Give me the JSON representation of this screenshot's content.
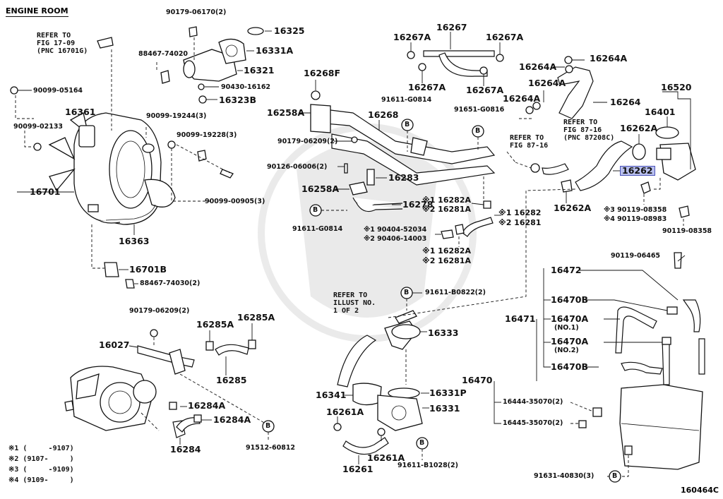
{
  "header": {
    "title": "ENGINE ROOM"
  },
  "refs": [
    {
      "id": "ref-fig-17-09",
      "lines": [
        "REFER TO",
        "FIG 17-09",
        "(PNC 16701G)"
      ]
    },
    {
      "id": "ref-fig-87-16-a",
      "lines": [
        "REFER TO",
        "FIG 87-16",
        "(PNC 87208C)"
      ]
    },
    {
      "id": "ref-fig-87-16-b",
      "lines": [
        "REFER TO",
        "FIG 87-16"
      ]
    },
    {
      "id": "ref-illust",
      "lines": [
        "REFER TO",
        "ILLUST NO.",
        "1 OF 2"
      ]
    }
  ],
  "labels": {
    "p16361": "16361",
    "p16701": "16701",
    "p16363": "16363",
    "p16701b": "16701B",
    "p90099_05164": "90099-05164",
    "p90099_02133": "90099-02133",
    "p90179_06170": "90179-06170(2)",
    "p16325": "16325",
    "p16331a": "16331A",
    "p88467_74020": "88467-74020",
    "p16321": "16321",
    "p90430_16162": "90430-16162",
    "p16323b": "16323B",
    "p90099_19244": "90099-19244(3)",
    "p90099_19228": "90099-19228(3)",
    "p90099_00905": "90099-00905(3)",
    "p88467_74030": "88467-74030(2)",
    "p16268f": "16268F",
    "p16258a_top": "16258A",
    "p16268": "16268",
    "p91611_g0814_top": "91611-G0814",
    "p90179_06209_mid": "90179-06209(2)",
    "p90126_06006": "90126-06006(2)",
    "p16258a_mid": "16258A",
    "p16283": "16283",
    "p16278": "16278",
    "p91611_g0814_bot": "91611-G0814",
    "p16267": "16267",
    "p16267a_l": "16267A",
    "p16267a_r": "16267A",
    "p16267a_bl": "16267A",
    "p16267a_br": "16267A",
    "p16264a_1": "16264A",
    "p16264a_2": "16264A",
    "p16264a_3": "16264A",
    "p16264a_4": "16264A",
    "p16264": "16264",
    "p91651_g0816": "91651-G0816",
    "p16520": "16520",
    "p16401": "16401",
    "p16262a_top": "16262A",
    "p16262": "16262",
    "p16262a_bot": "16262A",
    "p90119_08358_a": "※3 90119-08358",
    "p90119_08983": "※4 90119-08983",
    "p90119_08358_b": "90119-08358",
    "p16282a_1": "※1 16282A",
    "p16281a_1": "※2 16281A",
    "p16282": "※1 16282",
    "p16281": "※2 16281",
    "p90404_52034": "※1 90404-52034",
    "p90406_14003": "※2 90406-14003",
    "p16282a_2": "※1 16282A",
    "p16281a_2": "※2 16281A",
    "p90119_06465": "90119-06465",
    "p16472": "16472",
    "p16470b_1": "16470B",
    "p16471": "16471",
    "p16470a_1": "16470A",
    "p16470a_1n": "(NO.1)",
    "p16470a_2": "16470A",
    "p16470a_2n": "(NO.2)",
    "p16470b_2": "16470B",
    "p16470": "16470",
    "p16444": "16444-35070(2)",
    "p16445": "16445-35070(2)",
    "p91631": "91631-40830(3)",
    "p91611_b0822": "91611-B0822(2)",
    "p16333": "16333",
    "p16341": "16341",
    "p16331p": "16331P",
    "p16261a_l": "16261A",
    "p16331": "16331",
    "p16261a_r": "16261A",
    "p16261": "16261",
    "p91611_b1028": "91611-B1028(2)",
    "p90179_06209_bot": "90179-06209(2)",
    "p16285a_l": "16285A",
    "p16285a_r": "16285A",
    "p16027": "16027",
    "p16285": "16285",
    "p16284a_1": "16284A",
    "p16284a_2": "16284A",
    "p16284": "16284",
    "p91512_60812": "91512-60812",
    "b": "B"
  },
  "notes": [
    "※1 (     -9107)",
    "※2 (9107-     )",
    "※3 (     -9109)",
    "※4 (9109-     )"
  ],
  "diagram_code": "160464C",
  "colors": {
    "highlight": "#b9c0ee",
    "highlight_border": "#4a52b8",
    "ink": "#111111"
  }
}
